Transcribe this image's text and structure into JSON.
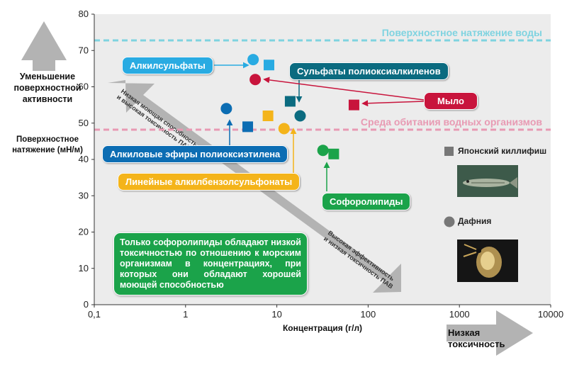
{
  "chart_data": {
    "type": "scatter",
    "title": "",
    "xlabel": "Концентрация (г/л)",
    "ylabel": "Поверхностное натяжение (мН/м)",
    "x_scale": "log",
    "xlim": [
      0.1,
      10000
    ],
    "ylim": [
      0,
      80
    ],
    "x_ticks": [
      "0,1",
      "1",
      "10",
      "100",
      "1000",
      "10000"
    ],
    "y_ticks": [
      "0",
      "10",
      "20",
      "30",
      "40",
      "50",
      "60",
      "70",
      "80"
    ],
    "grid": false,
    "reference_lines": [
      {
        "label": "Поверхностное натяжение воды",
        "y": 72.5,
        "color": "#7fd3e0"
      },
      {
        "label": "Среда обитания водных организмов",
        "y": 48,
        "color": "#e89ab3"
      }
    ],
    "series": [
      {
        "name": "Алкилсульфаты",
        "color": "#29abe2",
        "points": [
          {
            "x": 5.5,
            "y": 67.5,
            "marker": "circle"
          },
          {
            "x": 8.2,
            "y": 66,
            "marker": "square"
          }
        ]
      },
      {
        "name": "Сульфаты полиоксиалкиленов",
        "color": "#0b6b80",
        "points": [
          {
            "x": 14,
            "y": 56,
            "marker": "square"
          },
          {
            "x": 18,
            "y": 52,
            "marker": "circle"
          }
        ]
      },
      {
        "name": "Мыло",
        "color": "#c8143c",
        "points": [
          {
            "x": 5.8,
            "y": 62,
            "marker": "circle"
          },
          {
            "x": 70,
            "y": 55,
            "marker": "square"
          }
        ]
      },
      {
        "name": "Алкиловые эфиры полиоксиэтилена",
        "color": "#0c6db3",
        "points": [
          {
            "x": 2.8,
            "y": 54,
            "marker": "circle"
          },
          {
            "x": 4.8,
            "y": 49,
            "marker": "square"
          }
        ]
      },
      {
        "name": "Линейные алкилбензолсульфонаты",
        "color": "#f4b41a",
        "points": [
          {
            "x": 8.0,
            "y": 52,
            "marker": "square"
          },
          {
            "x": 12,
            "y": 48.5,
            "marker": "circle"
          }
        ]
      },
      {
        "name": "Софоролипиды",
        "color": "#1ba34a",
        "points": [
          {
            "x": 32,
            "y": 42.5,
            "marker": "circle"
          },
          {
            "x": 42,
            "y": 41.5,
            "marker": "square"
          }
        ]
      }
    ],
    "series_labels": {
      "alkylsulfates": "Алкилсульфаты",
      "polyoxyalkylene_sulfates": "Сульфаты полиоксиалкиленов",
      "soap": "Мыло",
      "alkyl_ethers": "Алкиловые эфиры полиоксиэтилена",
      "las": "Линейные алкилбензолсульфонаты",
      "sophorolipids": "Софоролипиды"
    },
    "annotations": {
      "low_efficiency": "Низкая моющая способность и высокая токсичность ПАВ",
      "high_efficiency": "Высокая эффективность и низкая токсичность ПАВ",
      "note": "Только софоролипиды обладают низкой токсичностью по отношению к морским организмам в концентрациях, при которых они обладают хорошей моющей способностью"
    }
  },
  "side_labels": {
    "y_arrow": "Уменьшение поверхностной активности",
    "y_axis": "Поверхностное натяжение (мН/м)",
    "x_arrow": "Низкая токсичность"
  },
  "legend": {
    "fish": "Японский киллифиш",
    "daphnia": "Дафния"
  },
  "colors": {
    "arrow_gray": "#b3b3b3",
    "plot_bg": "#ececec"
  }
}
